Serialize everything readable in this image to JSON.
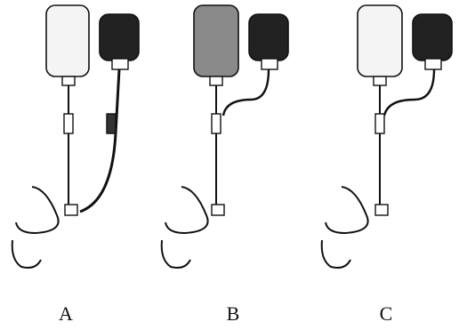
{
  "figure": {
    "panels": [
      {
        "label": "A"
      },
      {
        "label": "B"
      },
      {
        "label": "C"
      }
    ]
  },
  "colors": {
    "ink": "#111111",
    "blood": "#1a1a1a",
    "paper": "#ffffff",
    "saline_tint": "#f4f4f4"
  }
}
